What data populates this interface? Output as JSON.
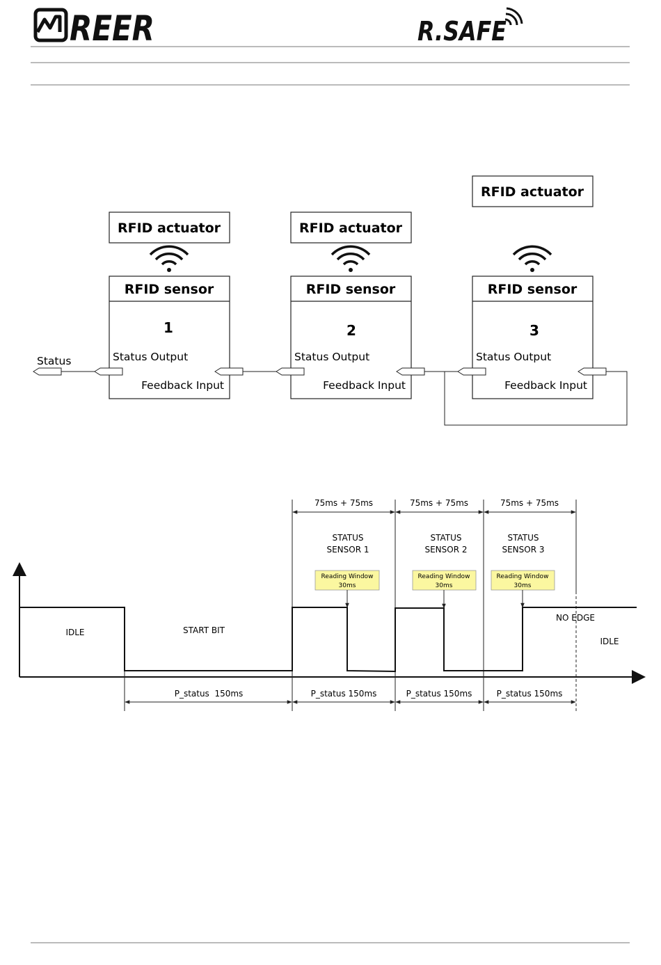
{
  "header": {
    "brand_logo": "REER",
    "product_logo": "R.SAFE",
    "brand_color": "#111111"
  },
  "wiring": {
    "status_label": "Status",
    "units": [
      {
        "actuator": "RFID actuator",
        "sensor": "RFID sensor",
        "number": "1",
        "status_output": "Status Output",
        "feedback_input": "Feedback Input"
      },
      {
        "actuator": "RFID actuator",
        "sensor": "RFID sensor",
        "number": "2",
        "status_output": "Status Output",
        "feedback_input": "Feedback Input"
      },
      {
        "actuator": "RFID actuator",
        "sensor": "RFID sensor",
        "number": "3",
        "status_output": "Status Output",
        "feedback_input": "Feedback Input"
      }
    ],
    "icons": [
      "wireless-signal-icon",
      "port-arrow-icon"
    ]
  },
  "timing": {
    "top_intervals": [
      "75ms + 75ms",
      "75ms + 75ms",
      "75ms + 75ms"
    ],
    "status_labels": [
      [
        "STATUS",
        "SENSOR 1"
      ],
      [
        "STATUS",
        "SENSOR 2"
      ],
      [
        "STATUS",
        "SENSOR 3"
      ]
    ],
    "reading_window": [
      "Reading Window",
      "30ms"
    ],
    "reading_window_color": "#fbf7a0",
    "phase_labels": {
      "idle_start": "IDLE",
      "start_bit": "START BIT",
      "no_edge": "NO EDGE",
      "idle_end": "IDLE"
    },
    "bottom_intervals": [
      "P_status  150ms",
      "P_status 150ms",
      "P_status 150ms",
      "P_status 150ms"
    ]
  }
}
